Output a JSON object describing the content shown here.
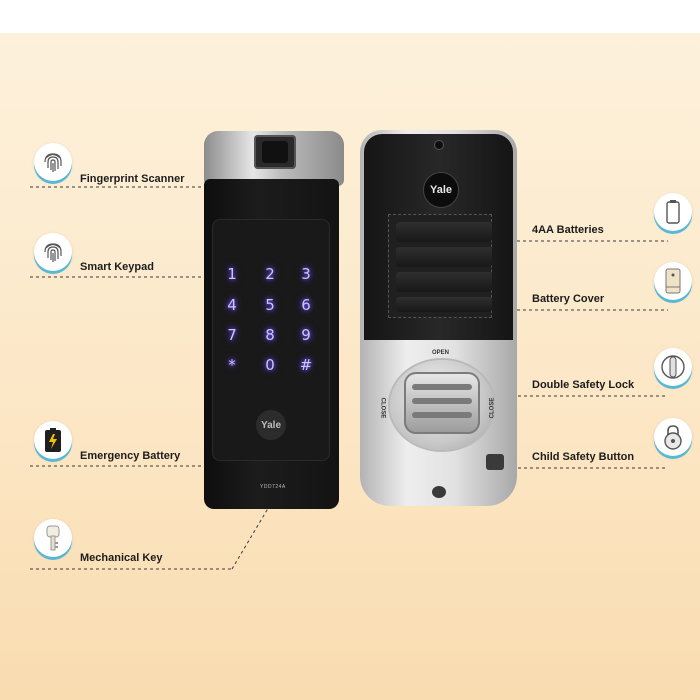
{
  "features_left": [
    {
      "label": "Fingerprint Scanner",
      "icon": "fingerprint-icon"
    },
    {
      "label": "Smart  Keypad",
      "icon": "fingerprint-icon"
    },
    {
      "label": "Emergency Battery",
      "icon": "battery-icon"
    },
    {
      "label": "Mechanical Key",
      "icon": "key-icon"
    }
  ],
  "features_right": [
    {
      "label": "4AA Batteries",
      "icon": "battery-outline-icon"
    },
    {
      "label": "Battery Cover",
      "icon": "battery-cover-icon"
    },
    {
      "label": "Double Safety Lock",
      "icon": "lock-knob-icon"
    },
    {
      "label": "Child Safety Button",
      "icon": "padlock-icon"
    }
  ],
  "keypad": {
    "keys": [
      "1",
      "2",
      "3",
      "4",
      "5",
      "6",
      "7",
      "8",
      "9",
      "*",
      "0",
      "#"
    ]
  },
  "front_lock": {
    "brand": "Yale",
    "model": "YDD724A"
  },
  "back_lock": {
    "brand": "Yale",
    "open_label": "OPEN",
    "close_left": "CLOSE",
    "close_right": "CLOSE"
  },
  "colors": {
    "accent": "#59b7d6",
    "background": "#fce7c6",
    "lock_body": "#141414",
    "silver": "#c9c9c9"
  }
}
